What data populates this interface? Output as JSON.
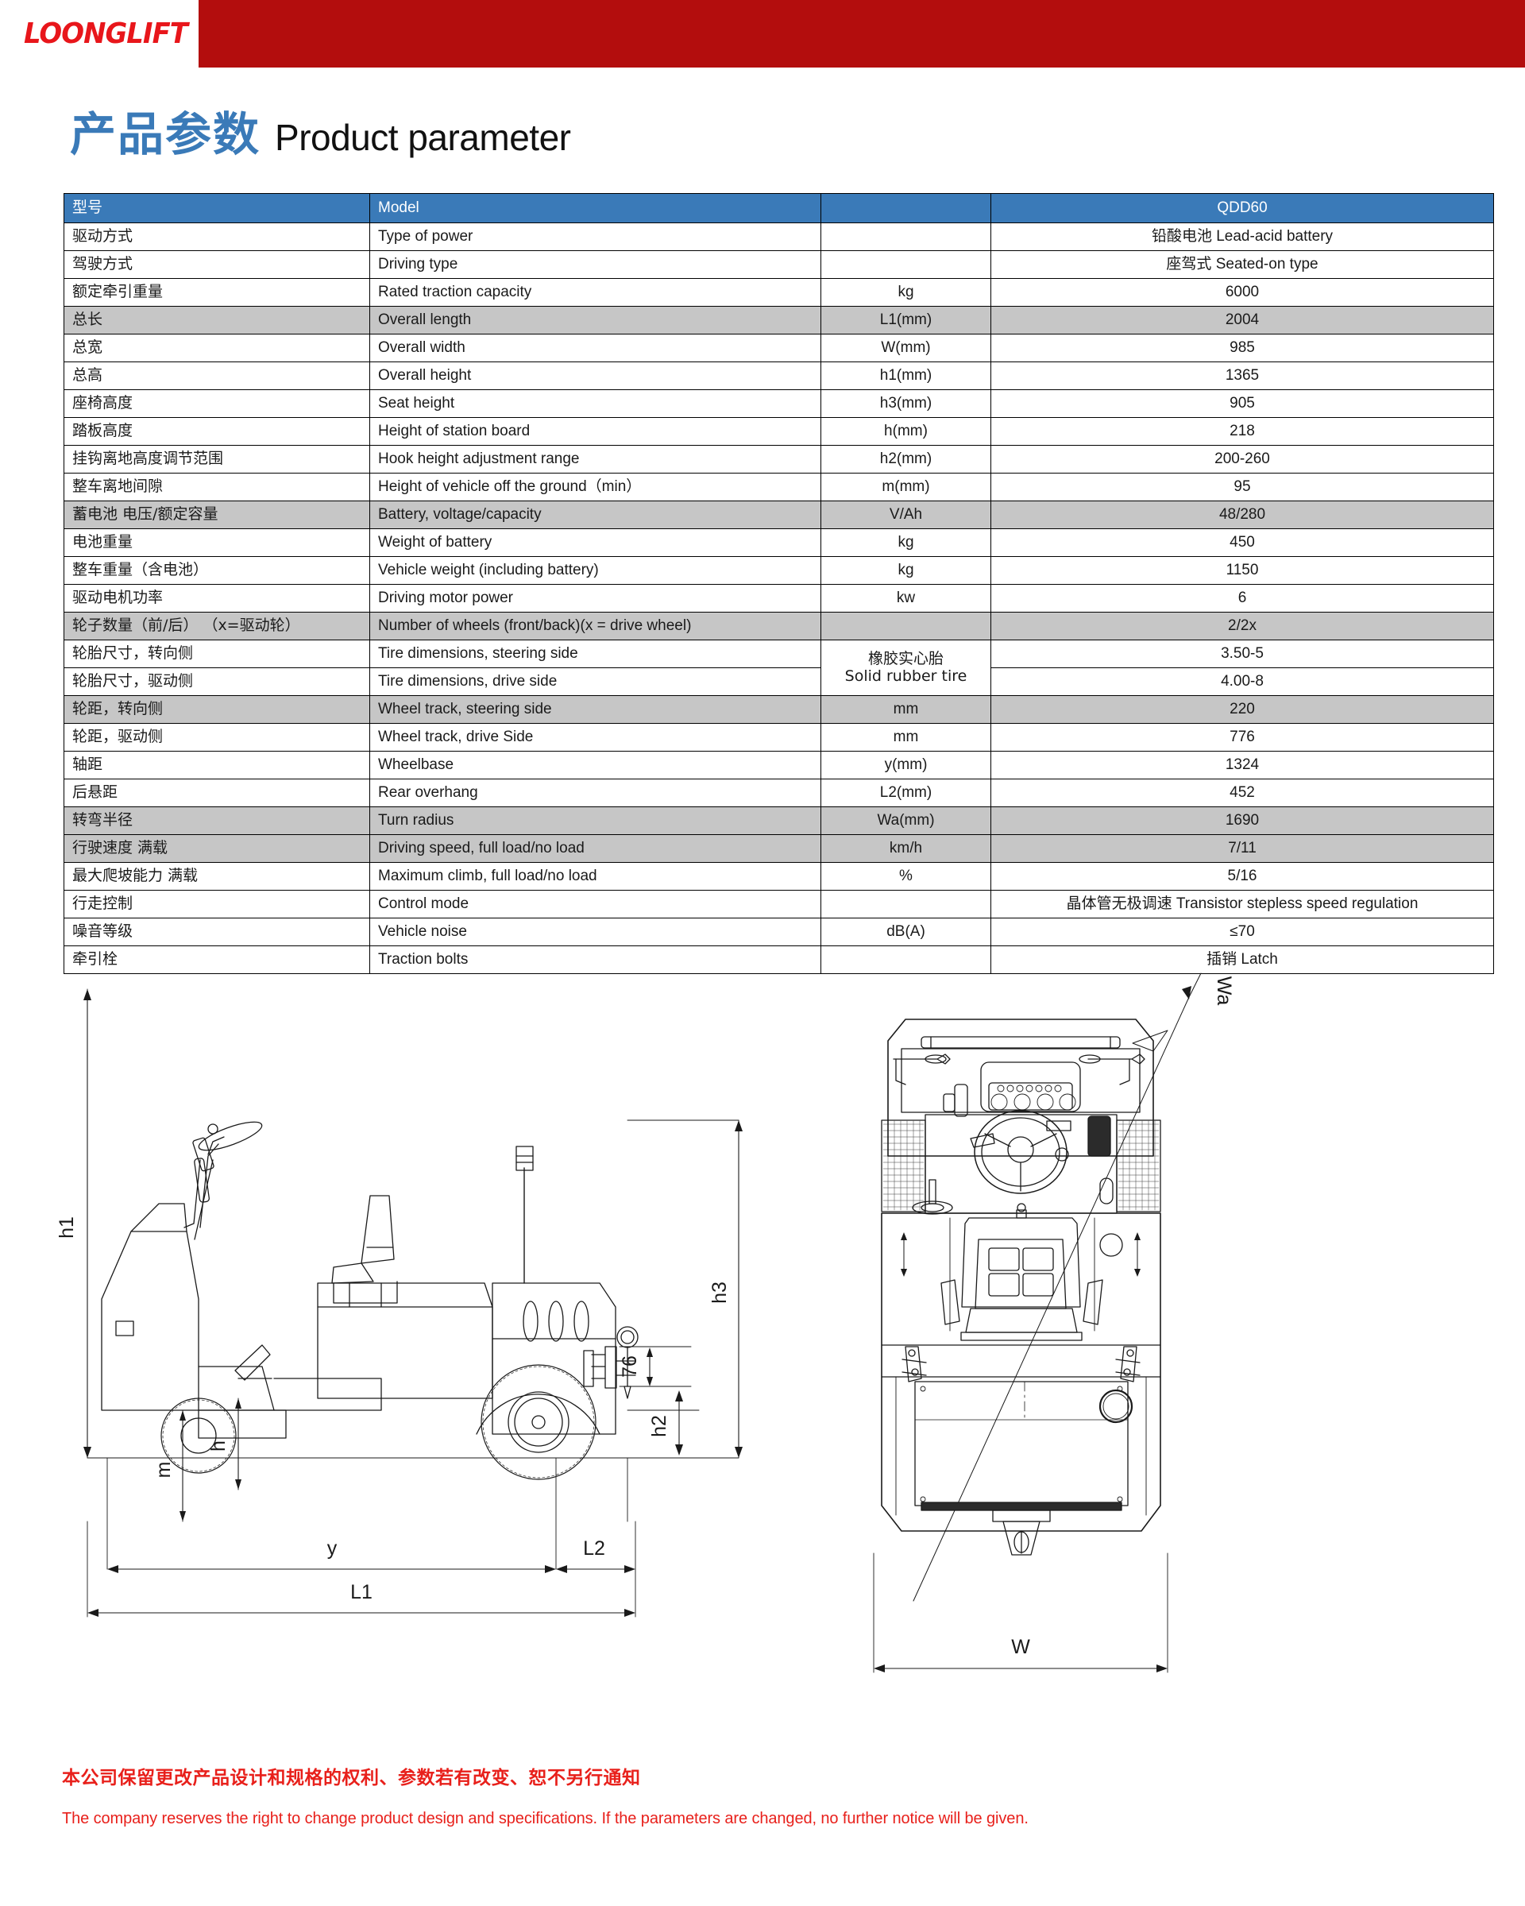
{
  "brand": {
    "logo_text": "LOONGLIFT"
  },
  "title": {
    "cn": "产品参数",
    "en": "Product parameter"
  },
  "table": {
    "header": {
      "cn": "型号",
      "en": "Model",
      "unit": "",
      "value": "QDD60"
    },
    "rows": [
      {
        "cn": "驱动方式",
        "en": "Type of power",
        "unit": "",
        "value": "铅酸电池  Lead-acid battery",
        "shaded": false
      },
      {
        "cn": "驾驶方式",
        "en": "Driving type",
        "unit": "",
        "value": "座驾式  Seated-on type",
        "shaded": false
      },
      {
        "cn": "额定牵引重量",
        "en": "Rated traction capacity",
        "unit": "kg",
        "value": "6000",
        "shaded": false
      },
      {
        "cn": "总长",
        "en": "Overall length",
        "unit": "L1(mm)",
        "value": "2004",
        "shaded": true
      },
      {
        "cn": "总宽",
        "en": "Overall width",
        "unit": "W(mm)",
        "value": "985",
        "shaded": false
      },
      {
        "cn": "总高",
        "en": "Overall height",
        "unit": "h1(mm)",
        "value": "1365",
        "shaded": false
      },
      {
        "cn": "座椅高度",
        "en": "Seat height",
        "unit": "h3(mm)",
        "value": "905",
        "shaded": false
      },
      {
        "cn": "踏板高度",
        "en": "Height of station board",
        "unit": "h(mm)",
        "value": "218",
        "shaded": false
      },
      {
        "cn": "挂钩离地高度调节范围",
        "en": "Hook height adjustment range",
        "unit": "h2(mm)",
        "value": "200-260",
        "shaded": false
      },
      {
        "cn": "整车离地间隙",
        "en": "Height of vehicle off the ground（min）",
        "unit": "m(mm)",
        "value": "95",
        "shaded": false
      },
      {
        "cn": "蓄电池 电压/额定容量",
        "en": "Battery, voltage/capacity",
        "unit": "V/Ah",
        "value": "48/280",
        "shaded": true
      },
      {
        "cn": "电池重量",
        "en": "Weight of battery",
        "unit": "kg",
        "value": "450",
        "shaded": false
      },
      {
        "cn": "整车重量（含电池）",
        "en": "Vehicle weight (including battery)",
        "unit": "kg",
        "value": "1150",
        "shaded": false
      },
      {
        "cn": "驱动电机功率",
        "en": "Driving motor power",
        "unit": "kw",
        "value": "6",
        "shaded": false
      },
      {
        "cn": "轮子数量（前/后）  （x=驱动轮）",
        "en": "Number of wheels (front/back)(x = drive wheel)",
        "unit": "",
        "value": "2/2x",
        "shaded": true
      },
      {
        "cn": "轮胎尺寸，转向侧",
        "en": "Tire dimensions, steering side",
        "unit": "",
        "value": "3.50-5",
        "shaded": false
      },
      {
        "cn": "轮胎尺寸，驱动侧",
        "en": "Tire dimensions, drive side",
        "unit": "",
        "value": "4.00-8",
        "shaded": false
      },
      {
        "cn": "轮距，转向侧",
        "en": "Wheel track, steering side",
        "unit": "mm",
        "value": "220",
        "shaded": true
      },
      {
        "cn": "轮距，驱动侧",
        "en": "Wheel track, drive Side",
        "unit": "mm",
        "value": "776",
        "shaded": false
      },
      {
        "cn": "轴距",
        "en": "Wheelbase",
        "unit": "y(mm)",
        "value": "1324",
        "shaded": false
      },
      {
        "cn": "后悬距",
        "en": "Rear overhang",
        "unit": "L2(mm)",
        "value": "452",
        "shaded": false
      },
      {
        "cn": "转弯半径",
        "en": "Turn radius",
        "unit": "Wa(mm)",
        "value": "1690",
        "shaded": true
      },
      {
        "cn": "行驶速度 满载",
        "en": "Driving speed, full load/no load",
        "unit": "km/h",
        "value": "7/11",
        "shaded": true
      },
      {
        "cn": "最大爬坡能力 满载",
        "en": "Maximum climb, full load/no load",
        "unit": "%",
        "value": "5/16",
        "shaded": false
      },
      {
        "cn": "行走控制",
        "en": "Control mode",
        "unit": "",
        "value": "晶体管无极调速 Transistor stepless speed regulation",
        "shaded": false
      },
      {
        "cn": "噪音等级",
        "en": "Vehicle noise",
        "unit": "dB(A)",
        "value": "≤70",
        "shaded": false
      },
      {
        "cn": "牵引栓",
        "en": "Traction bolts",
        "unit": "",
        "value": "插销  Latch",
        "shaded": false
      }
    ],
    "merged_tire_unit": {
      "line1": "橡胶实心胎",
      "line2": "Solid rubber tire"
    }
  },
  "drawings": {
    "side_view": {
      "name": "side-view",
      "labels": {
        "h1": "h1",
        "h3": "h3",
        "h2": "h2",
        "h": "h",
        "m": "m",
        "y": "y",
        "L1": "L1",
        "L2": "L2",
        "d76": "76"
      }
    },
    "top_view": {
      "name": "top-view",
      "labels": {
        "Wa": "Wa",
        "W": "W"
      }
    }
  },
  "footer": {
    "cn": "本公司保留更改产品设计和规格的权利、参数若有改变、恕不另行通知",
    "en": "The company reserves the right to change product design and specifications. If the parameters are changed, no further notice will be given."
  },
  "colors": {
    "brand_red": "#e8161b",
    "banner_red": "#b30d0d",
    "table_header_blue": "#3a7ab8",
    "row_shade_gray": "#c6c6c6",
    "footer_red": "#e8201b"
  }
}
